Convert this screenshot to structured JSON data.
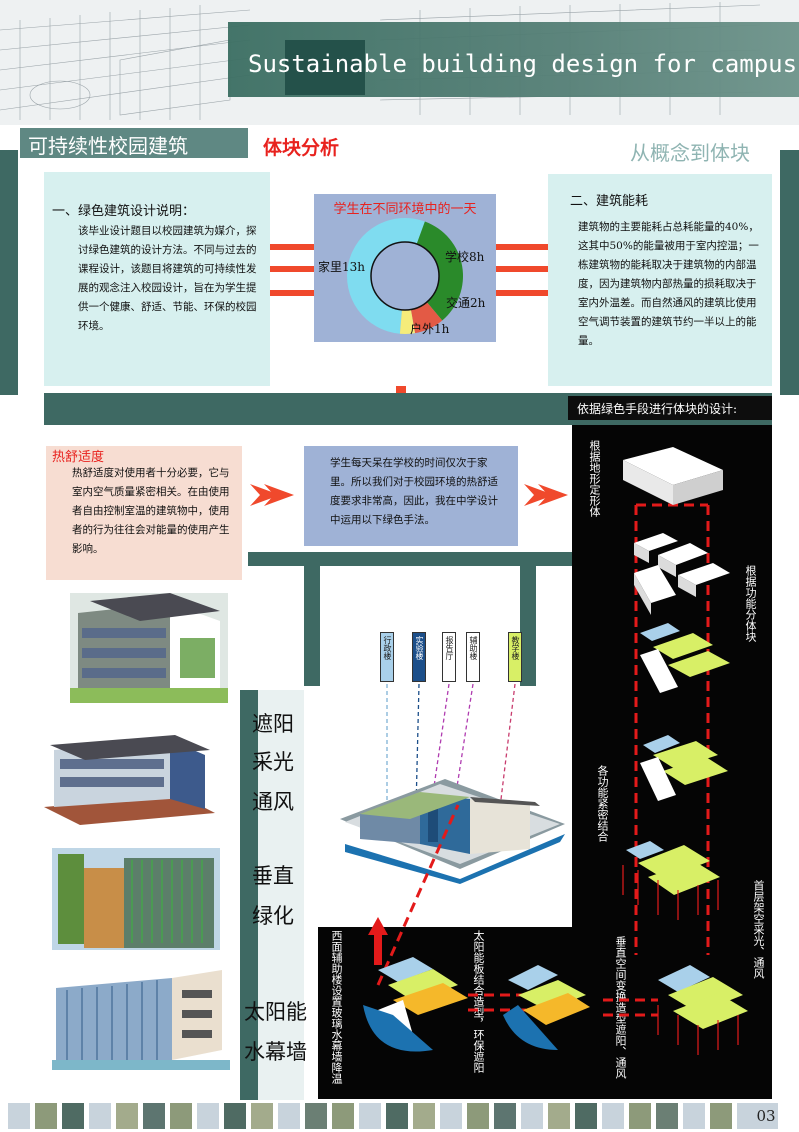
{
  "header": {
    "title_en": "Sustainable building design for campus",
    "title_cn": "可持续性校园建筑",
    "section": "体块分析",
    "tagline": "从概念到体块"
  },
  "green_design": {
    "heading": "一、绿色建筑设计说明：",
    "body": "该毕业设计题目以校园建筑为媒介，探讨绿色建筑的设计方法。不同与过去的课程设计，该题目将建筑的可持续性发展的观念注入校园设计，旨在为学生提供一个健康、舒适、节能、环保的校园环境。"
  },
  "donut": {
    "title": "学生在不同环境中的一天",
    "slices": [
      {
        "label": "家里13h",
        "value": 13,
        "color": "#7fdcf0"
      },
      {
        "label": "学校8h",
        "value": 8,
        "color": "#2a8a2a"
      },
      {
        "label": "交通2h",
        "value": 2,
        "color": "#e35a45"
      },
      {
        "label": "户外1h",
        "value": 1,
        "color": "#f5ec7a"
      }
    ]
  },
  "energy": {
    "heading": "二、建筑能耗",
    "body": "建筑物的主要能耗占总耗能量的40%，这其中50%的能量被用于室内控温；一栋建筑物的能耗取决于建筑物的内部温度，因为建筑物内部热量的损耗取决于室内外温差。而自然通风的建筑比使用空气调节装置的建筑节约一半以上的能量。"
  },
  "banner": {
    "label": "依据绿色手段进行体块的设计:"
  },
  "comfort": {
    "heading": "热舒适度",
    "body": "热舒适度对使用者十分必要，它与室内空气质量紧密相关。在由使用者自由控制室温的建筑物中，使用者的行为往往会对能量的使用产生影响。"
  },
  "middle": {
    "body": "学生每天呆在学校的时间仅次于家里。所以我们对于校园环境的热舒适度要求非常高，因此，我在中学设计中运用以下绿色手法。"
  },
  "strategies": {
    "s1": "遮阳",
    "s2": "采光",
    "s3": "通风",
    "s4": "垂直",
    "s5": "绿化",
    "s6": "太阳能",
    "s7": "水幕墙"
  },
  "tags": [
    {
      "label": "行政楼",
      "color": "#a9d0ea"
    },
    {
      "label": "实验楼",
      "color": "#1c4f8a"
    },
    {
      "label": "报告厅",
      "color": "#ffffff"
    },
    {
      "label": "辅助楼",
      "color": "#ffffff"
    },
    {
      "label": "教学楼",
      "color": "#d8ef66"
    }
  ],
  "steps": {
    "a": "根据地形定形体",
    "b": "根据功能分体块",
    "c": "各功能紧密结合",
    "d": "首层架空采光、通风",
    "e": "垂直空间变换造型遮阳、通风",
    "f": "太阳能板结合造型，环保遮阳",
    "g": "西面辅助楼设置玻璃水幕墙降温"
  },
  "footer": {
    "page": "03",
    "swatches": [
      "#c8d3dc",
      "#8d9a7a",
      "#4f6b63",
      "#c8d3dc",
      "#a3ab8c",
      "#5d7570",
      "#8d9a7a",
      "#c8d3dc",
      "#4f6b63",
      "#a3ab8c",
      "#c8d3dc",
      "#6b7f74",
      "#8d9a7a",
      "#c8d3dc",
      "#4f6b63",
      "#a3ab8c",
      "#c8d3dc",
      "#8d9a7a",
      "#5d7570",
      "#c8d3dc",
      "#a3ab8c",
      "#4f6b63",
      "#c8d3dc",
      "#8d9a7a",
      "#6b7f74",
      "#c8d3dc",
      "#8d9a7a",
      "#c8d3dc"
    ]
  }
}
